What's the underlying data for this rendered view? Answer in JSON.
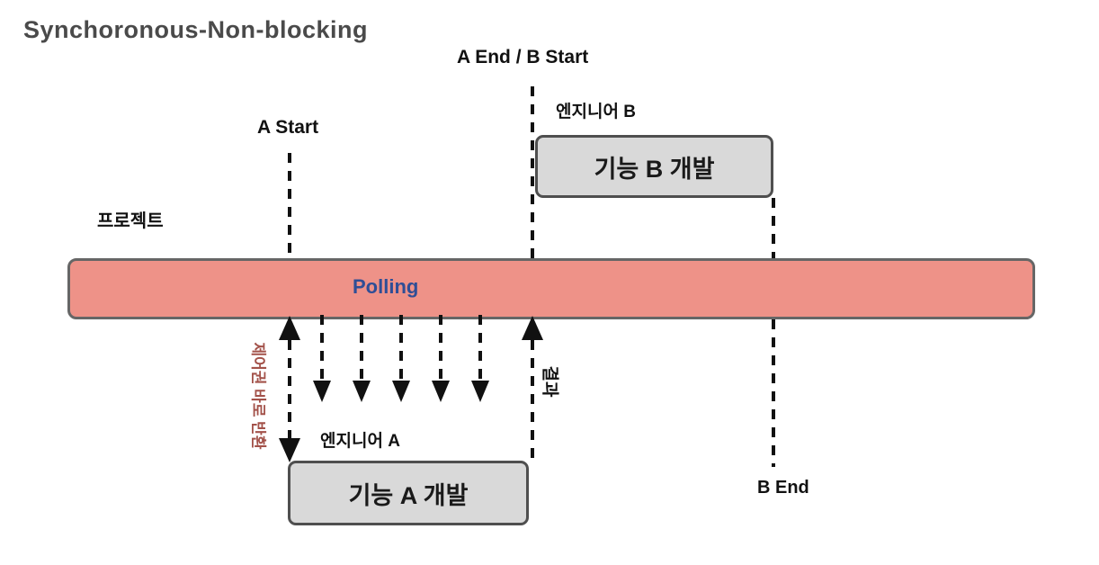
{
  "title": "Synchoronous-Non-blocking",
  "timeline": {
    "project_label": "프로젝트",
    "polling_label": "Polling",
    "fill_color": "#ee9288",
    "polling_text_color": "#2f4e96"
  },
  "markers": {
    "a_start": "A Start",
    "a_end_b_start": "A End / B Start",
    "b_end": "B End"
  },
  "tasks": {
    "a": {
      "engineer": "엔지니어 A",
      "box": "기능 A 개발"
    },
    "b": {
      "engineer": "엔지니어 B",
      "box": "기능 B 개발"
    }
  },
  "annotations": {
    "control_return": "제어권 바로 반환",
    "control_return_color": "#a3524a",
    "result": "결과"
  },
  "colors": {
    "task_box_fill": "#d9d9d9",
    "box_border": "#4f4f4f",
    "title_text": "#4a4a4a",
    "line": "#111111"
  }
}
